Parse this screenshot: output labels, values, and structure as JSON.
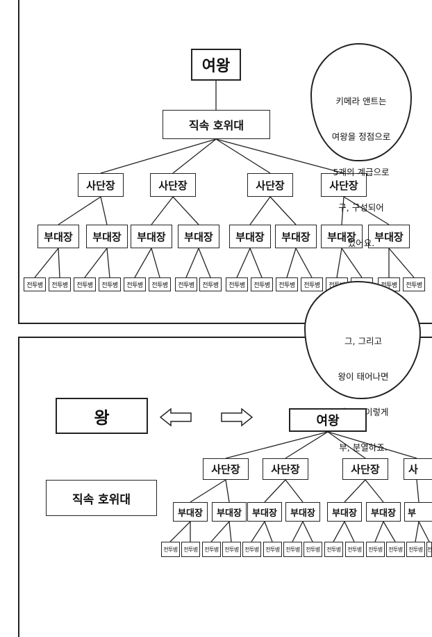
{
  "top": {
    "queen": "여왕",
    "guard": "직속 호위대",
    "captains": [
      "사단장",
      "사단장",
      "사단장",
      "사단장"
    ],
    "lieutenants": [
      "부대장",
      "부대장",
      "부대장",
      "부대장",
      "부대장",
      "부대장",
      "부대장",
      "부대장"
    ],
    "soldiers": [
      "전투병",
      "전투병",
      "전투병",
      "전투병",
      "전투병",
      "전투병",
      "전투병",
      "전투병",
      "전투병",
      "전투병",
      "전투병",
      "전투병",
      "전투병",
      "전투병",
      "전투병",
      "전투병"
    ]
  },
  "bubble1": {
    "lines": [
      "키메라 앤트는",
      "여왕을 정점으로",
      "5개의 계급으로",
      "구, 구성되어",
      "있어요."
    ]
  },
  "bubble2": {
    "lines": [
      "그, 그리고",
      "왕이 태어나면",
      "계급은 이렇게",
      "부, 분열하죠."
    ]
  },
  "bottom": {
    "king": "왕",
    "king_guard": "직속 호위대",
    "queen": "여왕",
    "captains": [
      "사단장",
      "사단장",
      "사단장",
      "사"
    ],
    "lieutenants": [
      "부대장",
      "부대장",
      "부대장",
      "부대장",
      "부대장",
      "부대장",
      "부"
    ],
    "soldiers": [
      "전투병",
      "전투병",
      "전투병",
      "전투병",
      "전투병",
      "전투병",
      "전투병",
      "전투병",
      "전투병",
      "전투병",
      "전투병",
      "전투병",
      "전투병",
      "전"
    ]
  }
}
